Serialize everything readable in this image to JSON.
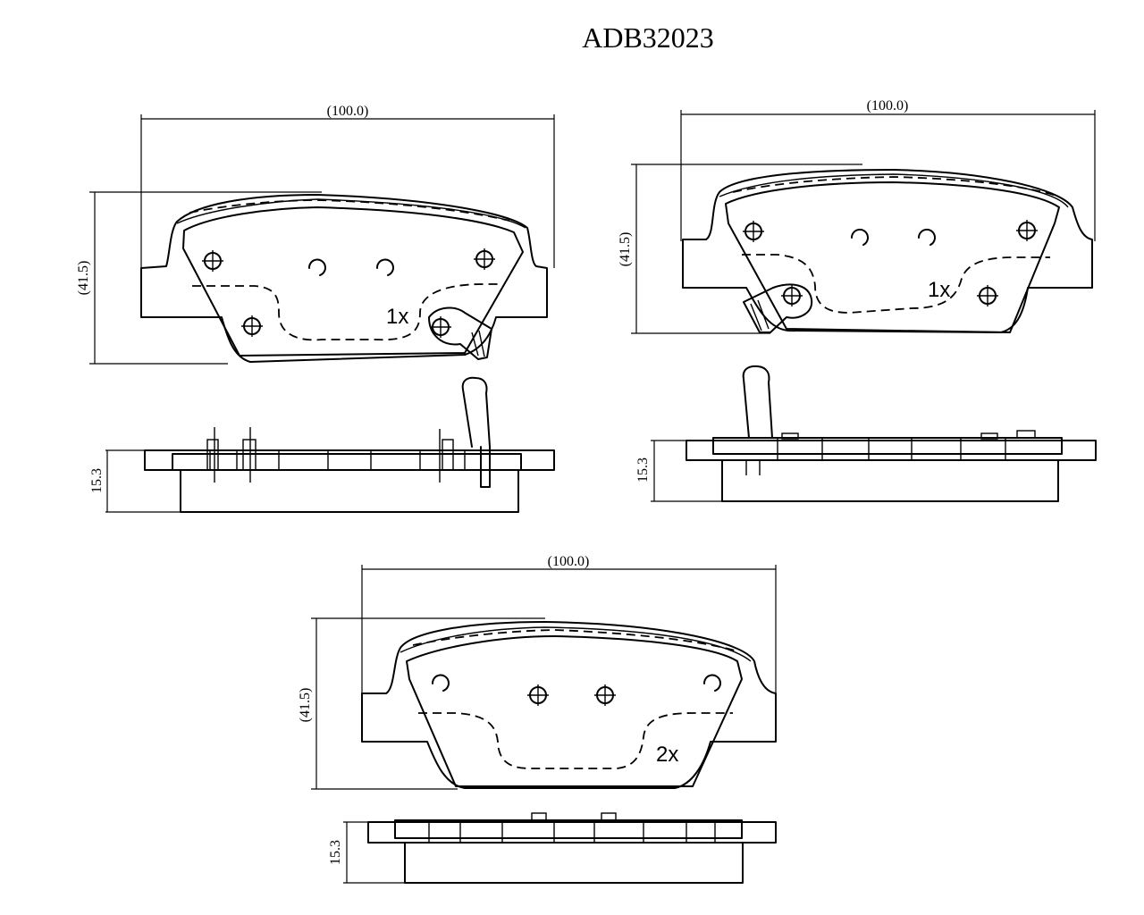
{
  "title": "ADB32023",
  "views": [
    {
      "id": "pad-1",
      "width": "(100.0)",
      "height": "(41.5)",
      "thickness": "15.3",
      "qty": "1x"
    },
    {
      "id": "pad-2",
      "width": "(100.0)",
      "height": "(41.5)",
      "thickness": "15.3",
      "qty": "1x"
    },
    {
      "id": "pad-3",
      "width": "(100.0)",
      "height": "(41.5)",
      "thickness": "15.3",
      "qty": "2x"
    }
  ]
}
